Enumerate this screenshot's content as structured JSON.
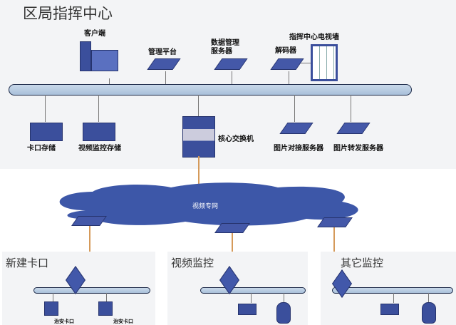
{
  "command_center": {
    "title": "区局指挥中心",
    "devices": {
      "client": "客户端",
      "mgmt": "管理平台",
      "db": "数据管理\n服务器",
      "decoder": "解码器",
      "tvwall": "指挥中心电视墙",
      "kakou_storage": "卡口存储",
      "video_storage": "视频监控存储",
      "core_switch": "核心交换机",
      "pic_dock": "图片对接服务器",
      "pic_fwd": "图片转发服务器"
    }
  },
  "network": {
    "label": "视频专网"
  },
  "zones": [
    {
      "title": "新建卡口",
      "devices": [
        "治安卡口",
        "治安卡口"
      ]
    },
    {
      "title": "视频监控",
      "devices": []
    },
    {
      "title": "其它监控",
      "devices": []
    }
  ],
  "colors": {
    "device": "#3b4f9c",
    "bus": "#b6cbe2",
    "uplink": "#d59a5a",
    "panel": "#f3f4f6"
  }
}
